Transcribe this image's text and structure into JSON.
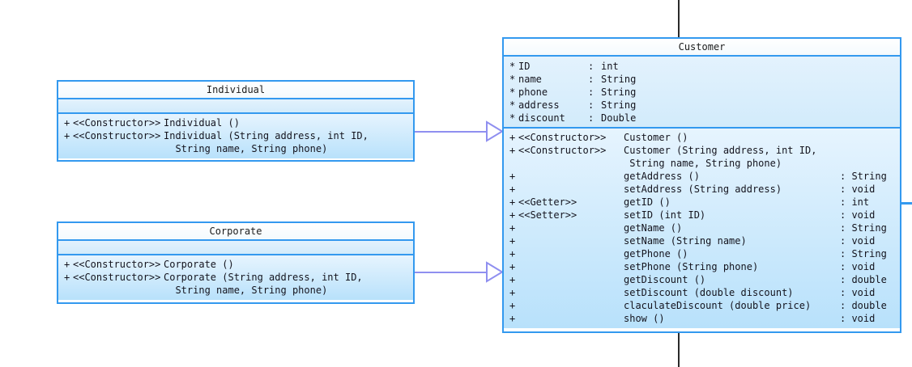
{
  "diagram": {
    "title": "UML Class Diagram",
    "type": "uml-class-diagram",
    "colors": {
      "border": "#3399ef",
      "title_fill": "#f8fbfd",
      "attr_fill": "#d6ecfb",
      "ops_fill": "#c6e6fc",
      "generalization_line": "#8f8ff0",
      "association_line": "#2a2a2a",
      "blue_link": "#3399ef",
      "text": "#14141e"
    }
  },
  "classes": {
    "customer": {
      "name": "Customer",
      "attributes": [
        {
          "visibility": "*",
          "name": "ID",
          "separator": ":",
          "type": "int"
        },
        {
          "visibility": "*",
          "name": "name",
          "separator": ":",
          "type": "String"
        },
        {
          "visibility": "*",
          "name": "phone",
          "separator": ":",
          "type": "String"
        },
        {
          "visibility": "*",
          "name": "address",
          "separator": ":",
          "type": "String"
        },
        {
          "visibility": "*",
          "name": "discount",
          "separator": ":",
          "type": "Double"
        }
      ],
      "operations": [
        {
          "visibility": "+",
          "stereotype": "<<Constructor>>",
          "signature": "Customer ()",
          "continuation": "",
          "returns": ""
        },
        {
          "visibility": "+",
          "stereotype": "<<Constructor>>",
          "signature": "Customer (String address, int ID,",
          "continuation": " String name, String phone)",
          "returns": ""
        },
        {
          "visibility": "+",
          "stereotype": "",
          "signature": "getAddress ()",
          "continuation": "",
          "returns": ": String"
        },
        {
          "visibility": "+",
          "stereotype": "",
          "signature": "setAddress (String address)",
          "continuation": "",
          "returns": ": void"
        },
        {
          "visibility": "+",
          "stereotype": "<<Getter>>",
          "signature": "getID ()",
          "continuation": "",
          "returns": ": int"
        },
        {
          "visibility": "+",
          "stereotype": "<<Setter>>",
          "signature": "setID (int ID)",
          "continuation": "",
          "returns": ": void"
        },
        {
          "visibility": "+",
          "stereotype": "",
          "signature": "getName ()",
          "continuation": "",
          "returns": ": String"
        },
        {
          "visibility": "+",
          "stereotype": "",
          "signature": "setName (String name)",
          "continuation": "",
          "returns": ": void"
        },
        {
          "visibility": "+",
          "stereotype": "",
          "signature": "getPhone ()",
          "continuation": "",
          "returns": ": String"
        },
        {
          "visibility": "+",
          "stereotype": "",
          "signature": "setPhone (String phone)",
          "continuation": "",
          "returns": ": void"
        },
        {
          "visibility": "+",
          "stereotype": "",
          "signature": "getDiscount ()",
          "continuation": "",
          "returns": ": double"
        },
        {
          "visibility": "+",
          "stereotype": "",
          "signature": "setDiscount (double discount)",
          "continuation": "",
          "returns": ": void"
        },
        {
          "visibility": "+",
          "stereotype": "",
          "signature": "claculateDiscount (double price)",
          "continuation": "",
          "returns": ": double"
        },
        {
          "visibility": "+",
          "stereotype": "",
          "signature": "show ()",
          "continuation": "",
          "returns": ": void"
        }
      ]
    },
    "individual": {
      "name": "Individual",
      "attributes": [],
      "operations": [
        {
          "visibility": "+",
          "stereotype": "<<Constructor>>",
          "signature": "Individual ()",
          "continuation": "",
          "returns": ""
        },
        {
          "visibility": "+",
          "stereotype": "<<Constructor>>",
          "signature": "Individual (String address, int ID,",
          "continuation": "  String name, String phone)",
          "returns": ""
        }
      ]
    },
    "corporate": {
      "name": "Corporate",
      "attributes": [],
      "operations": [
        {
          "visibility": "+",
          "stereotype": "<<Constructor>>",
          "signature": "Corporate ()",
          "continuation": "",
          "returns": ""
        },
        {
          "visibility": "+",
          "stereotype": "<<Constructor>>",
          "signature": "Corporate (String address, int ID,",
          "continuation": "  String name, String phone)",
          "returns": ""
        }
      ]
    }
  },
  "relationships": [
    {
      "id": "individual-to-customer",
      "kind": "generalization",
      "from": "Individual",
      "to": "Customer",
      "label": ""
    },
    {
      "id": "corporate-to-customer",
      "kind": "generalization",
      "from": "Corporate",
      "to": "Customer",
      "label": ""
    },
    {
      "id": "customer-top-association",
      "kind": "association",
      "from": "Customer",
      "to": "",
      "label": ""
    },
    {
      "id": "customer-bottom-association",
      "kind": "association",
      "from": "Customer",
      "to": "",
      "label": ""
    },
    {
      "id": "customer-right-association",
      "kind": "association",
      "from": "Customer",
      "to": "",
      "label": ""
    }
  ]
}
